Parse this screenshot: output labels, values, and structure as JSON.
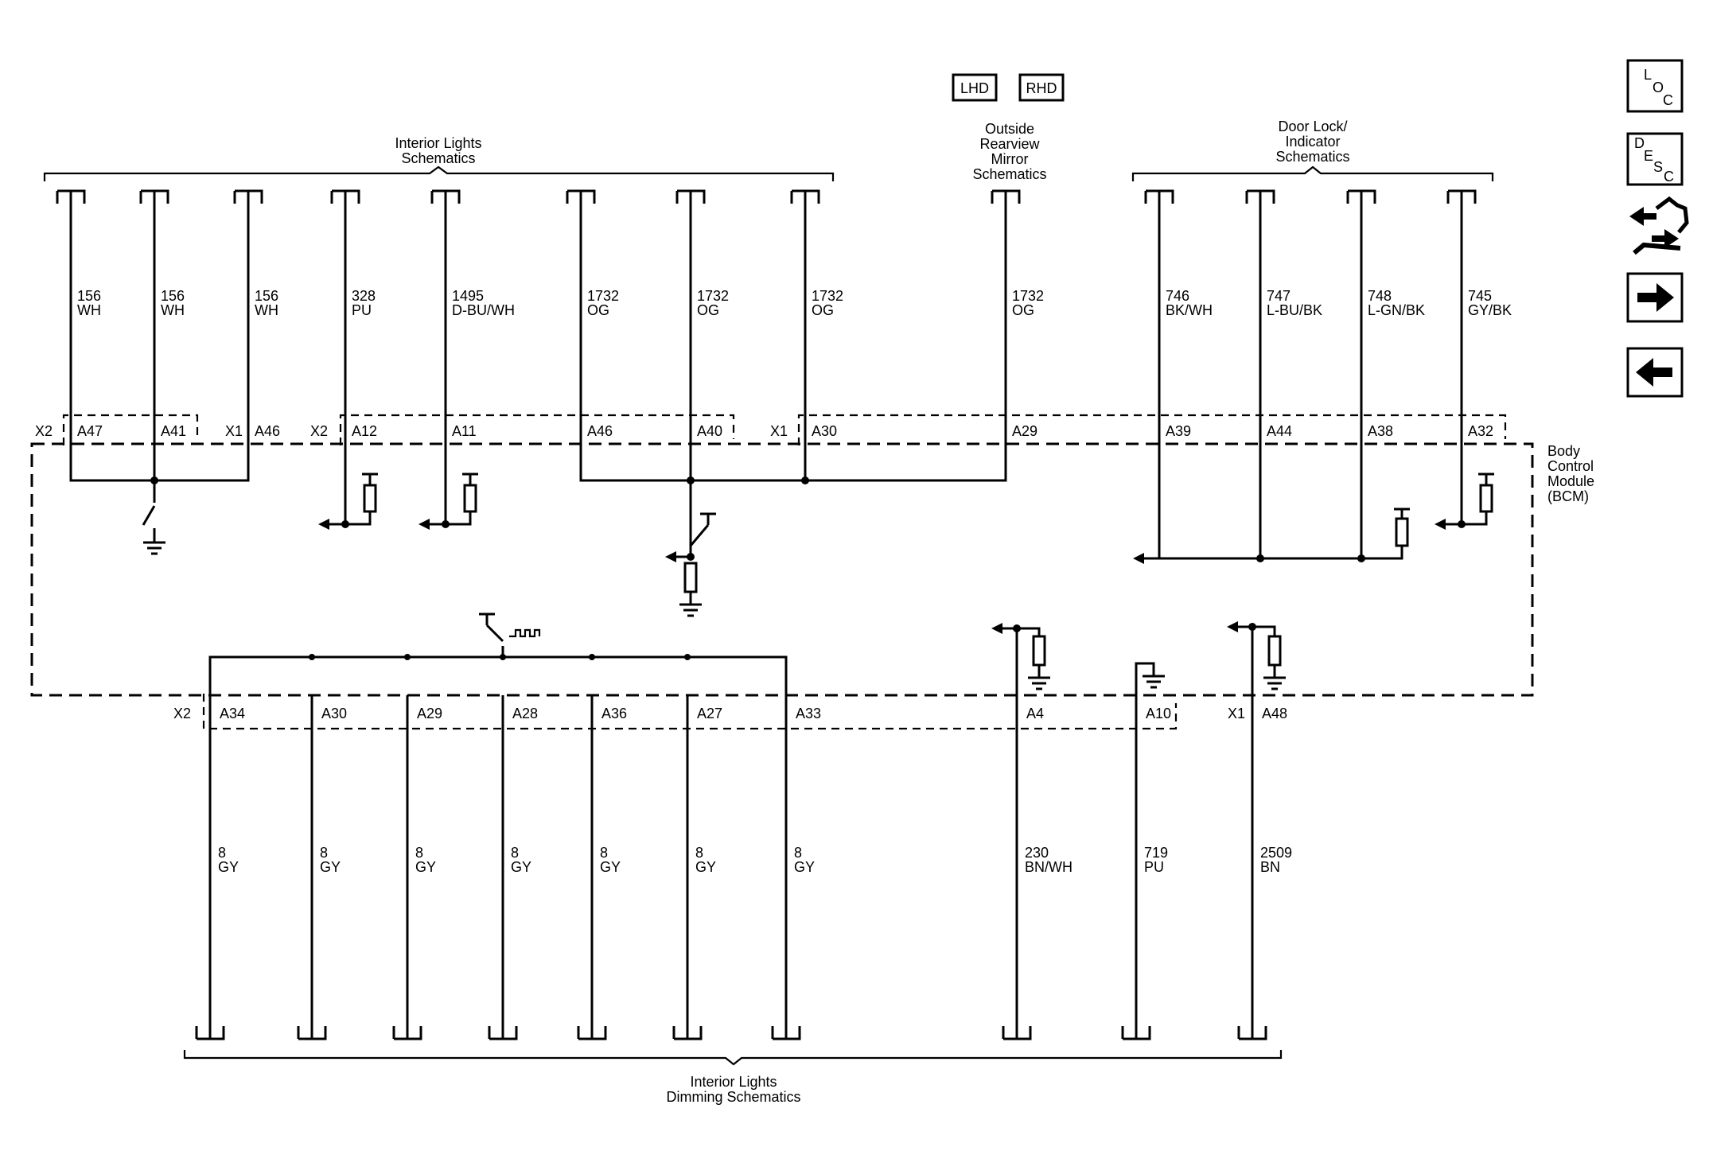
{
  "sections": {
    "interior_lights": "Interior Lights\nSchematics",
    "mirror": "Outside\nRearview\nMirror\nSchematics",
    "door_lock": "Door Lock/\nIndicator\nSchematics",
    "dimming": "Interior Lights\nDimming Schematics",
    "module": "Body\nControl\nModule\n(BCM)"
  },
  "badges": {
    "lhd": "LHD",
    "rhd": "RHD"
  },
  "nav": {
    "loc": [
      "L",
      "O",
      "C"
    ],
    "desc": [
      "D",
      "E",
      "S",
      "C"
    ]
  },
  "top_wires": [
    {
      "circuit": "156",
      "color": "WH",
      "pin": "A47"
    },
    {
      "circuit": "156",
      "color": "WH",
      "pin": "A41"
    },
    {
      "circuit": "156",
      "color": "WH",
      "pin": "A46"
    },
    {
      "circuit": "328",
      "color": "PU",
      "pin": "A12"
    },
    {
      "circuit": "1495",
      "color": "D-BU/WH",
      "pin": "A11"
    },
    {
      "circuit": "1732",
      "color": "OG",
      "pin": "A46"
    },
    {
      "circuit": "1732",
      "color": "OG",
      "pin": "A40"
    },
    {
      "circuit": "1732",
      "color": "OG",
      "pin": "A30"
    },
    {
      "circuit": "1732",
      "color": "OG",
      "pin": "A29"
    },
    {
      "circuit": "746",
      "color": "BK/WH",
      "pin": "A39"
    },
    {
      "circuit": "747",
      "color": "L-BU/BK",
      "pin": "A44"
    },
    {
      "circuit": "748",
      "color": "L-GN/BK",
      "pin": "A38"
    },
    {
      "circuit": "745",
      "color": "GY/BK",
      "pin": "A32"
    }
  ],
  "top_connectors": [
    "X2",
    "X1",
    "X2",
    "X1"
  ],
  "bottom_wires": [
    {
      "circuit": "8",
      "color": "GY",
      "pin": "A34"
    },
    {
      "circuit": "8",
      "color": "GY",
      "pin": "A30"
    },
    {
      "circuit": "8",
      "color": "GY",
      "pin": "A29"
    },
    {
      "circuit": "8",
      "color": "GY",
      "pin": "A28"
    },
    {
      "circuit": "8",
      "color": "GY",
      "pin": "A36"
    },
    {
      "circuit": "8",
      "color": "GY",
      "pin": "A27"
    },
    {
      "circuit": "8",
      "color": "GY",
      "pin": "A33"
    },
    {
      "circuit": "230",
      "color": "BN/WH",
      "pin": "A4"
    },
    {
      "circuit": "719",
      "color": "PU",
      "pin": "A10"
    },
    {
      "circuit": "2509",
      "color": "BN",
      "pin": "A48"
    }
  ],
  "bottom_connectors": [
    "X2",
    "X1"
  ]
}
